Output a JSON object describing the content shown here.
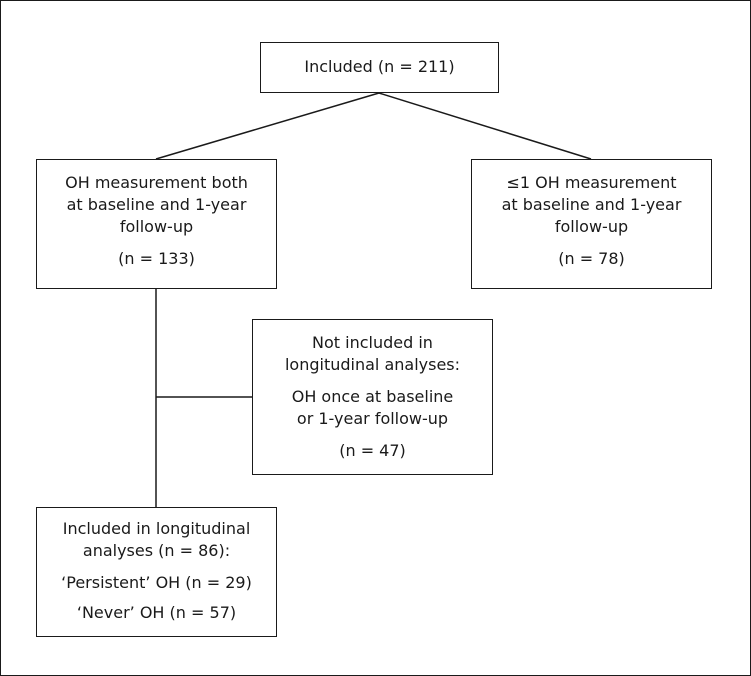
{
  "flowchart": {
    "included": "Included (n = 211)",
    "oh_both": {
      "lines": [
        "OH measurement both",
        "at baseline and 1-year",
        "follow-up"
      ],
      "count": "(n = 133)"
    },
    "oh_single": {
      "lines": [
        "≤1 OH measurement",
        "at baseline and 1-year",
        "follow-up"
      ],
      "count": "(n = 78)"
    },
    "not_included": {
      "lines": [
        "Not included in",
        "longitudinal analyses:"
      ],
      "detail": [
        "OH once at baseline",
        "or 1-year follow-up"
      ],
      "count": "(n = 47)"
    },
    "longitudinal": {
      "lines": [
        "Included in longitudinal",
        "analyses (n = 86):"
      ],
      "persistent": "‘Persistent’ OH (n = 29)",
      "never": "‘Never’ OH (n = 57)"
    }
  }
}
